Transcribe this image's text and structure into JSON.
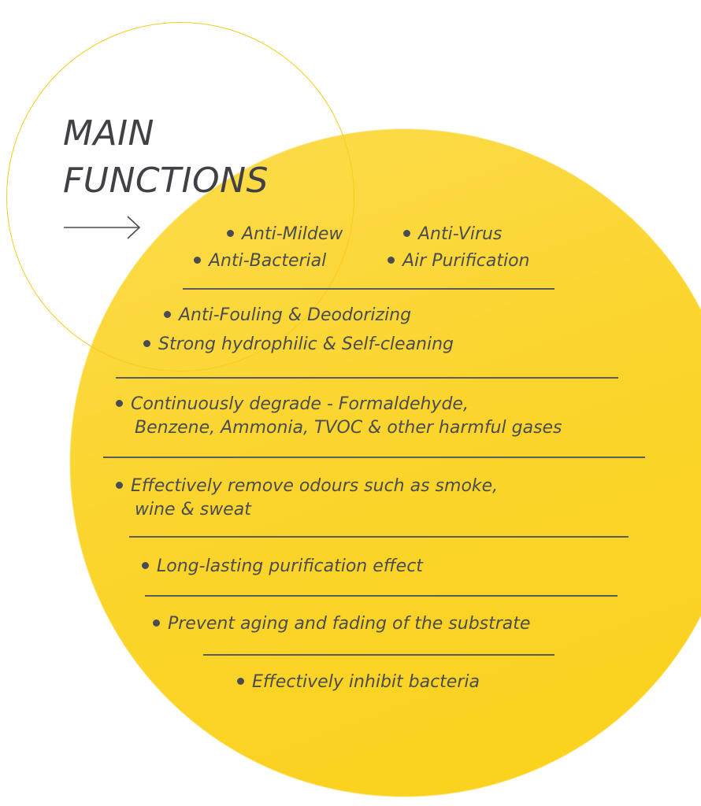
{
  "title": {
    "line1": "MAIN",
    "line2": "FUNCTIONS"
  },
  "icons": {
    "arrow": "arrow-right-icon",
    "bullet": "bullet-dot"
  },
  "colors": {
    "accent": "#fbd11a",
    "text": "#4a4c51"
  },
  "items": {
    "anti_mildew": "Anti-Mildew",
    "anti_virus": "Anti-Virus",
    "anti_bacterial": "Anti-Bacterial",
    "air_purification": "Air Purification",
    "anti_fouling": "Anti-Fouling & Deodorizing",
    "hydrophilic": "Strong hydrophilic & Self-cleaning",
    "degrade_1": "Continuously degrade -  Formaldehyde,",
    "degrade_2": "Benzene, Ammonia, TVOC & other harmful gases",
    "odours_1": "Effectively remove odours such as smoke,",
    "odours_2": "wine & sweat",
    "long_lasting": "Long-lasting purification effect",
    "prevent_aging": "Prevent aging and fading of the substrate",
    "inhibit": "Effectively inhibit bacteria"
  }
}
